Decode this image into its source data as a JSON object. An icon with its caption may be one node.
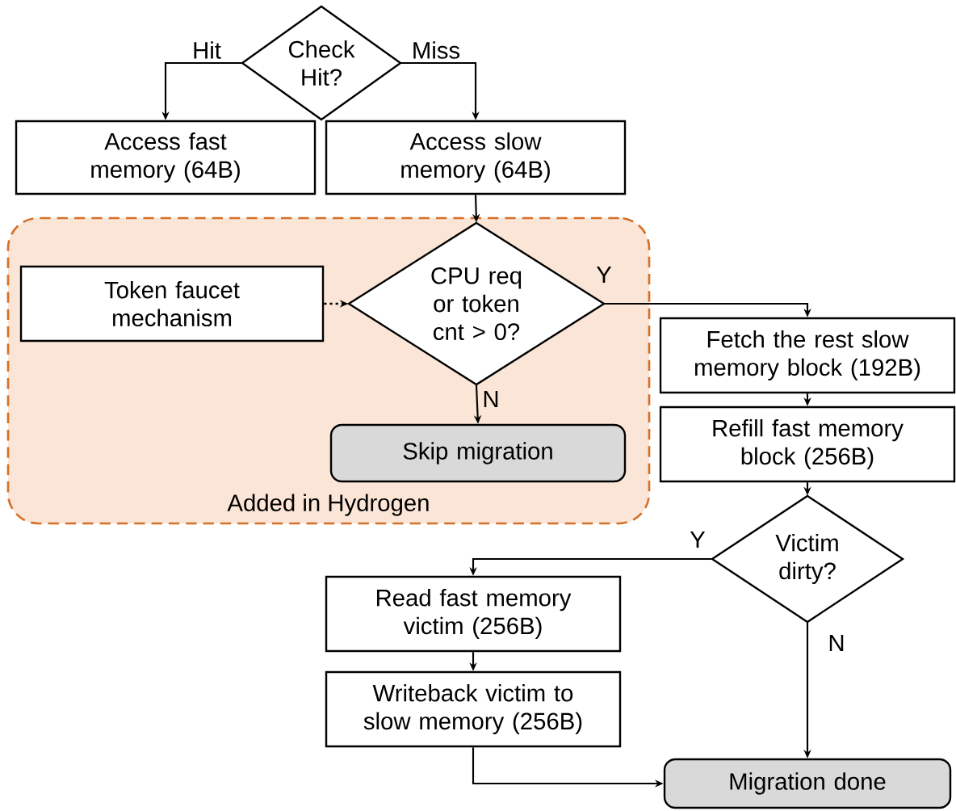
{
  "diagram": {
    "nodes": [
      {
        "text": [
          "Check Hit?"
        ]
      },
      {
        "text": [
          "Access fast memory (64B)"
        ]
      },
      {
        "text": [
          "Access slow memory (64B)"
        ]
      },
      {
        "text": [
          "Added in Hydrogen"
        ]
      },
      {
        "text": [
          "Token faucet mechanism"
        ],
        "in": 3
      },
      {
        "text": [
          "CPU req or token cnt > 0?"
        ],
        "in": 3
      },
      {
        "text": [
          "Skip migration"
        ],
        "in": 3
      },
      {
        "text": [
          "Fetch the rest slow memory block (192B)"
        ]
      },
      {
        "text": [
          "Refill fast memory block (256B)"
        ]
      },
      {
        "text": [
          "Victim dirty?"
        ]
      },
      {
        "text": [
          "Read fast memory victim (256B)"
        ]
      },
      {
        "text": [
          "Writeback victim to slow memory (256B)"
        ]
      },
      {
        "text": [
          "Migration done"
        ]
      }
    ],
    "edges": [
      {
        "from": 0,
        "to": 1,
        "arrow": "to",
        "label": "Hit"
      },
      {
        "from": 0,
        "to": 2,
        "arrow": "to",
        "label": "Miss"
      },
      {
        "from": 2,
        "to": 5,
        "arrow": "to"
      },
      {
        "from": 4,
        "to": 5,
        "arrow": "to",
        "style": "dashed"
      },
      {
        "from": 5,
        "to": 7,
        "arrow": "to",
        "label": "Y"
      },
      {
        "from": 5,
        "to": 6,
        "arrow": "to",
        "label": "N"
      },
      {
        "from": 7,
        "to": 8,
        "arrow": "to"
      },
      {
        "from": 8,
        "to": 9,
        "arrow": "to"
      },
      {
        "from": 9,
        "to": 10,
        "arrow": "to",
        "label": "Y"
      },
      {
        "from": 9,
        "to": 12,
        "arrow": "to",
        "label": "N"
      },
      {
        "from": 10,
        "to": 11,
        "arrow": "to"
      },
      {
        "from": 11,
        "to": 12,
        "arrow": "to"
      }
    ]
  }
}
